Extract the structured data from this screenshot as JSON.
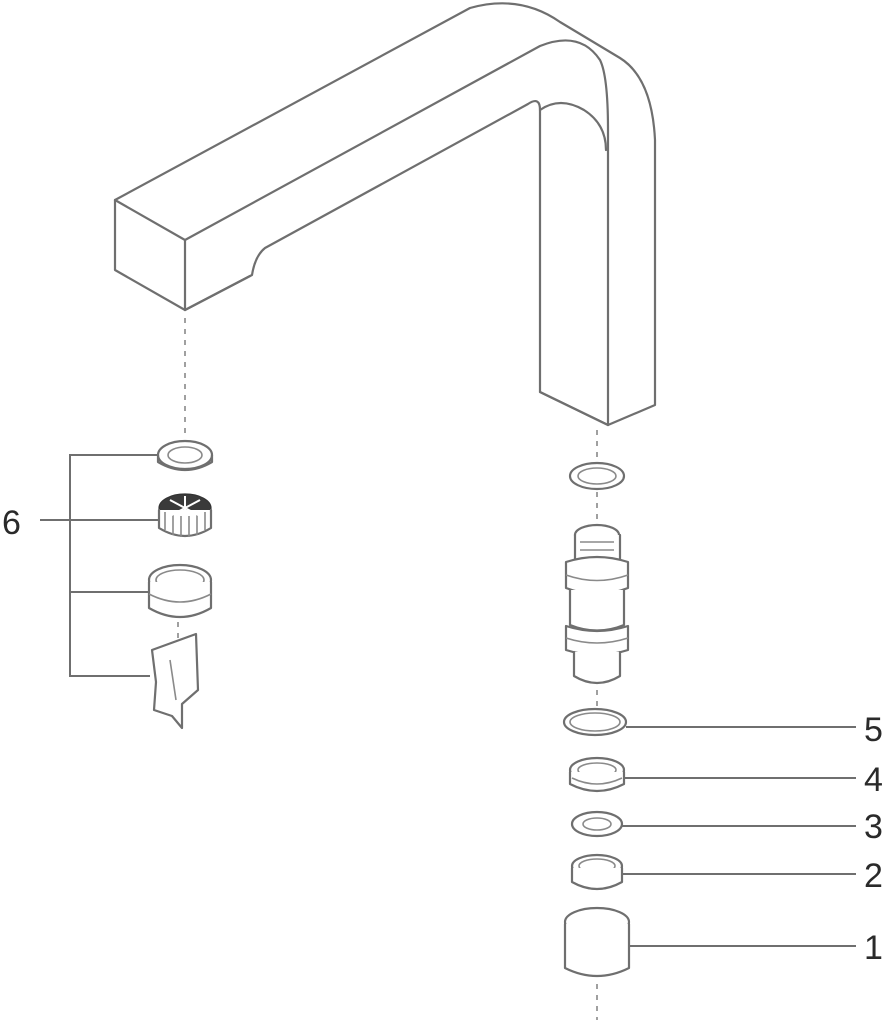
{
  "callouts": {
    "part_1": "1",
    "part_2": "2",
    "part_3": "3",
    "part_4": "4",
    "part_5": "5",
    "part_6": "6"
  }
}
